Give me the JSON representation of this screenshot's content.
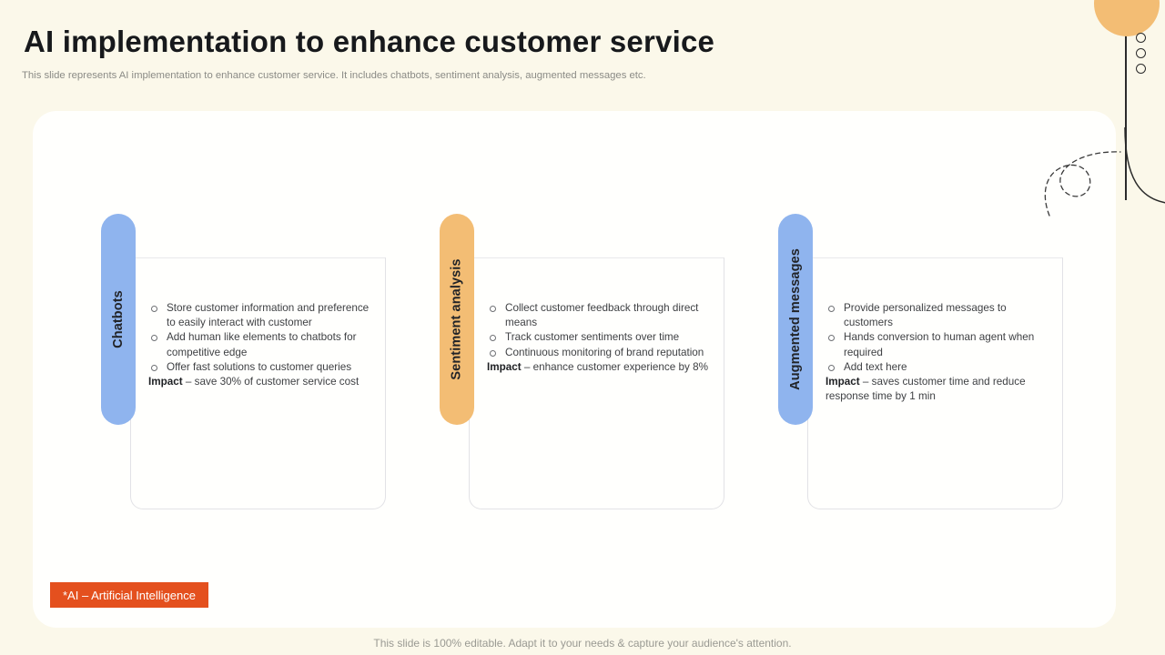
{
  "header": {
    "title": "AI implementation to enhance customer service",
    "subtitle": "This slide represents AI implementation to enhance customer service. It includes chatbots, sentiment analysis, augmented messages etc."
  },
  "colors": {
    "background": "#fbf8ea",
    "panel": "#fffffd",
    "tab_blue": "#8fb4ee",
    "tab_orange": "#f3bd74",
    "badge": "#e4501e",
    "deco_circle": "#f3bd74",
    "text": "#3f4144"
  },
  "columns": [
    {
      "tab_label": "Chatbots",
      "tab_color": "#8fb4ee",
      "bullets": [
        "Store customer information and preference  to easily interact with customer",
        "Add human like elements to chatbots for competitive  edge",
        "Offer fast solutions to customer queries"
      ],
      "impact_label": "Impact",
      "impact_text": " – save  30% of customer service cost"
    },
    {
      "tab_label": "Sentiment analysis",
      "tab_color": "#f3bd74",
      "bullets": [
        "Collect customer feedback through direct means",
        "Track customer sentiments over time",
        "Continuous  monitoring of brand reputation"
      ],
      "impact_label": "Impact",
      "impact_text": " – enhance  customer experience by 8%"
    },
    {
      "tab_label": "Augmented messages",
      "tab_color": "#8fb4ee",
      "bullets": [
        "Provide  personalized  messages to customers",
        "Hands  conversion  to human  agent when  required",
        "Add text here"
      ],
      "impact_label": "Impact",
      "impact_text": " – saves  customer time and reduce  response time by 1 min"
    }
  ],
  "footnote": {
    "badge": "*AI – Artificial Intelligence"
  },
  "footer": {
    "caption": "This slide is 100% editable. Adapt it to your needs & capture your audience's attention."
  },
  "decor": {
    "dots_count": 3
  }
}
